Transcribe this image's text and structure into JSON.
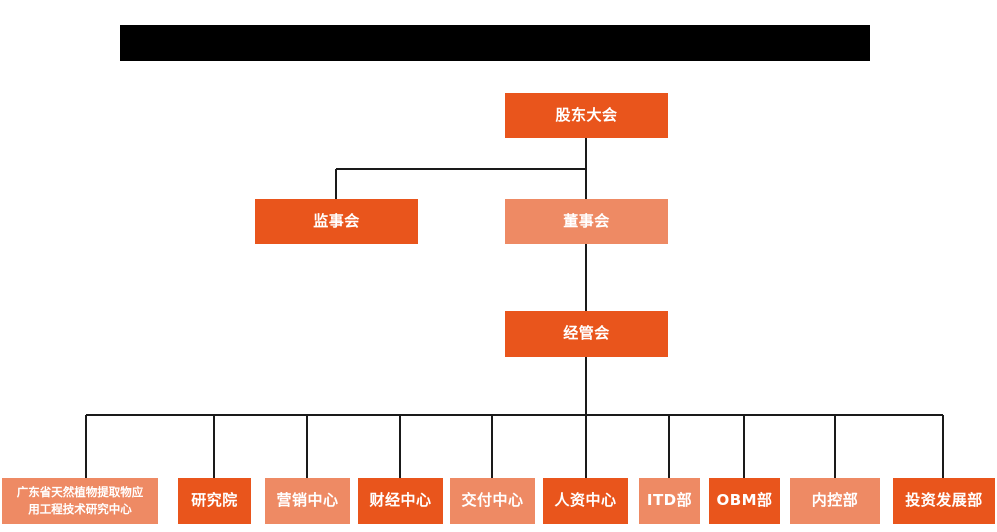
{
  "header": {
    "redaction_bar": "",
    "bar_color": "#000000"
  },
  "theme": {
    "background": "#ffffff",
    "accent_dark": "#e9551c",
    "accent_light": "#ee8a64",
    "connector_color": "#1a1a1a",
    "text_color": "#ffffff"
  },
  "chart": {
    "type": "org-chart",
    "title": "",
    "levels": [
      {
        "name": "level-1",
        "nodes": [
          {
            "id": "shareholders",
            "label": "股东大会",
            "tone": "dark"
          }
        ]
      },
      {
        "name": "level-2",
        "nodes": [
          {
            "id": "supervisors",
            "label": "监事会",
            "tone": "dark"
          },
          {
            "id": "directors",
            "label": "董事会",
            "tone": "light"
          }
        ]
      },
      {
        "name": "level-3",
        "nodes": [
          {
            "id": "management",
            "label": "经管会",
            "tone": "dark"
          }
        ]
      },
      {
        "name": "level-4",
        "nodes": [
          {
            "id": "research-center",
            "label_line1": "广东省天然植物提取物应",
            "label_line2": "用工程技术研究中心",
            "tone": "light"
          },
          {
            "id": "institute",
            "label": "研究院",
            "tone": "dark"
          },
          {
            "id": "marketing-center",
            "label": "营销中心",
            "tone": "light"
          },
          {
            "id": "finance-center",
            "label": "财经中心",
            "tone": "dark"
          },
          {
            "id": "delivery-center",
            "label": "交付中心",
            "tone": "light"
          },
          {
            "id": "hr-center",
            "label": "人资中心",
            "tone": "dark"
          },
          {
            "id": "itd-dept",
            "label": "ITD部",
            "tone": "light"
          },
          {
            "id": "obm-dept",
            "label": "OBM部",
            "tone": "dark"
          },
          {
            "id": "internal-control-dept",
            "label": "内控部",
            "tone": "light"
          },
          {
            "id": "investment-development-dept",
            "label": "投资发展部",
            "tone": "dark"
          }
        ]
      }
    ],
    "edges": [
      {
        "from": "shareholders",
        "to": "supervisors"
      },
      {
        "from": "shareholders",
        "to": "directors"
      },
      {
        "from": "directors",
        "to": "management"
      },
      {
        "from": "management",
        "to": "research-center"
      },
      {
        "from": "management",
        "to": "institute"
      },
      {
        "from": "management",
        "to": "marketing-center"
      },
      {
        "from": "management",
        "to": "finance-center"
      },
      {
        "from": "management",
        "to": "delivery-center"
      },
      {
        "from": "management",
        "to": "hr-center"
      },
      {
        "from": "management",
        "to": "itd-dept"
      },
      {
        "from": "management",
        "to": "obm-dept"
      },
      {
        "from": "management",
        "to": "internal-control-dept"
      },
      {
        "from": "management",
        "to": "investment-development-dept"
      }
    ]
  }
}
